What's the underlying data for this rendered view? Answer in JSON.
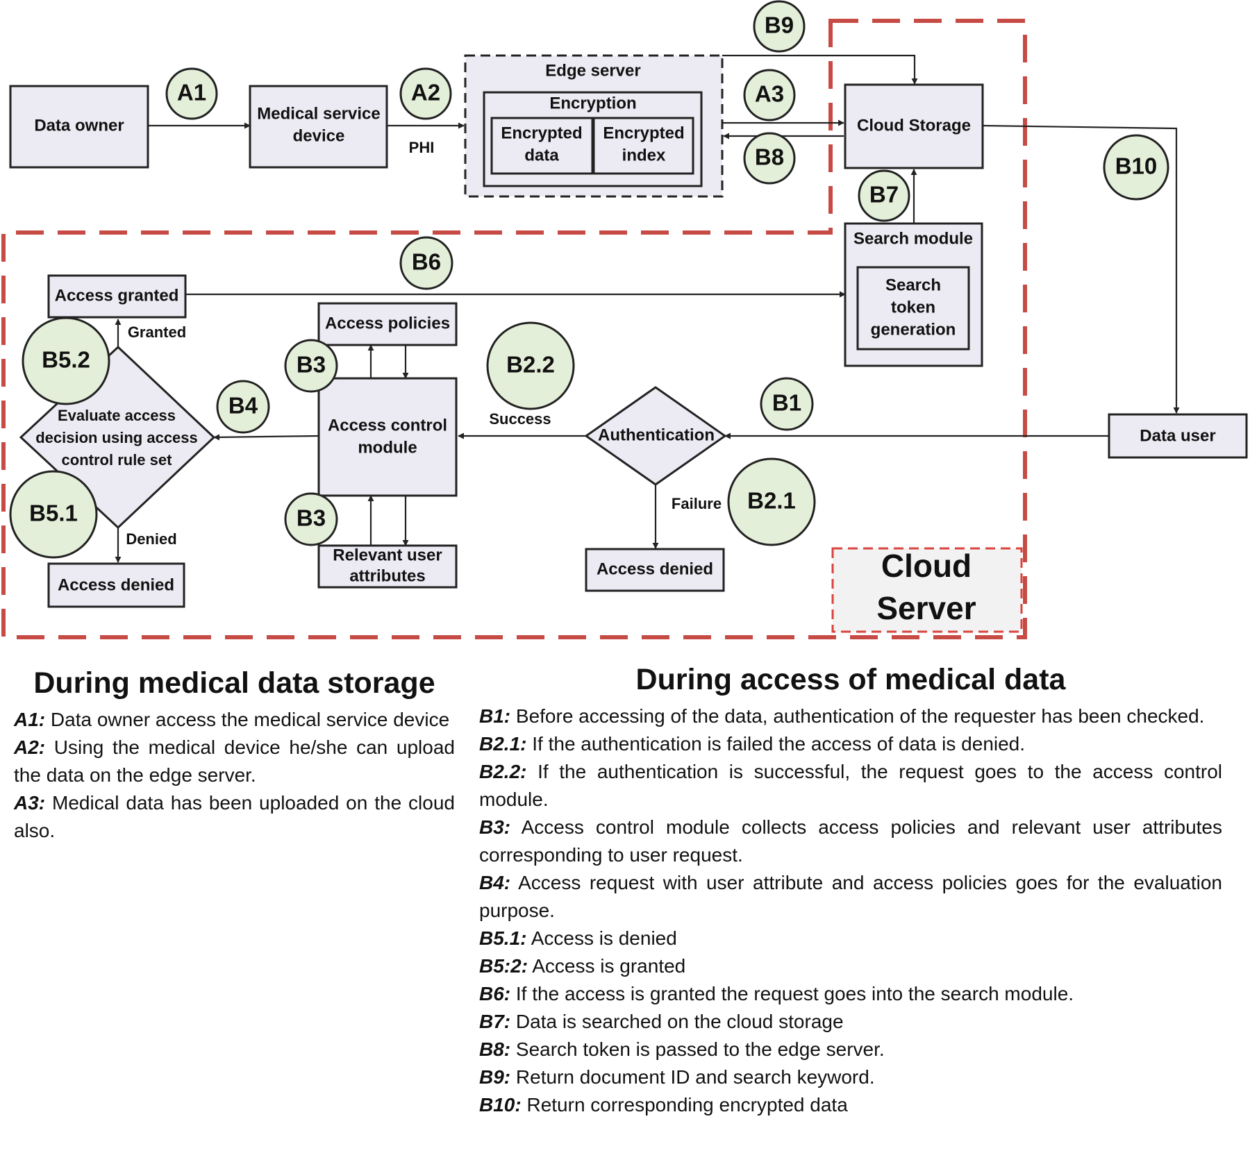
{
  "nodes": {
    "data_owner": "Data owner",
    "medical_device": [
      "Medical service",
      "device"
    ],
    "phi": "PHI",
    "edge_server": "Edge server",
    "encryption": "Encryption",
    "encrypted_data": [
      "Encrypted",
      "data"
    ],
    "encrypted_index": [
      "Encrypted",
      "index"
    ],
    "cloud_storage": "Cloud Storage",
    "search_module": "Search module",
    "search_token": [
      "Search",
      "token",
      "generation"
    ],
    "data_user": "Data user",
    "access_granted": "Access granted",
    "granted": "Granted",
    "access_policies": "Access policies",
    "evaluate": [
      "Evaluate access",
      "decision using access",
      "control rule set"
    ],
    "access_control": [
      "Access control",
      "module"
    ],
    "success": "Success",
    "authentication": "Authentication",
    "failure": "Failure",
    "denied": "Denied",
    "access_denied_left": "Access denied",
    "relevant_attrs": [
      "Relevant user",
      "attributes"
    ],
    "access_denied_right": "Access denied",
    "cloud_server": [
      "Cloud",
      "Server"
    ]
  },
  "steps": {
    "a1": "A1",
    "a2": "A2",
    "a3": "A3",
    "b1": "B1",
    "b2_1": "B2.1",
    "b2_2": "B2.2",
    "b3": "B3",
    "b4": "B4",
    "b5_1": "B5.1",
    "b5_2": "B5.2",
    "b6": "B6",
    "b7": "B7",
    "b8": "B8",
    "b9": "B9",
    "b10": "B10"
  },
  "legend_storage": {
    "title": "During medical data storage",
    "items": [
      {
        "key": "A1:",
        "text": " Data owner access the medical service device"
      },
      {
        "key": "A2:",
        "text": " Using the medical device he/she can upload the data on the edge server."
      },
      {
        "key": "A3:",
        "text": " Medical data has been uploaded on the cloud also."
      }
    ]
  },
  "legend_access": {
    "title": "During access of  medical data",
    "items": [
      {
        "key": "B1:",
        "text": " Before accessing of the data, authentication of the requester has been checked."
      },
      {
        "key": "B2.1:",
        "text": " If the authentication is failed the access of data is denied."
      },
      {
        "key": "B2.2:",
        "text": " If the authentication is successful, the request goes to the access control module."
      },
      {
        "key": "B3:",
        "text": " Access control module collects access policies and relevant user attributes corresponding to user request."
      },
      {
        "key": "B4:",
        "text": " Access request with user attribute and access policies goes for the evaluation purpose."
      },
      {
        "key": "B5.1:",
        "text": " Access is denied"
      },
      {
        "key": "B5:2:",
        "text": " Access is granted"
      },
      {
        "key": "B6:",
        "text": " If the access is granted the request goes into the search module."
      },
      {
        "key": "B7:",
        "text": " Data is searched on the cloud storage"
      },
      {
        "key": "B8:",
        "text": " Search token is passed to the edge server."
      },
      {
        "key": "B9:",
        "text": " Return document ID and search keyword."
      },
      {
        "key": "B10:",
        "text": " Return corresponding encrypted data"
      }
    ]
  },
  "colors": {
    "box_fill": "#ecebf3",
    "step_fill": "#e4efd9",
    "cloud_border": "#c74b45"
  }
}
